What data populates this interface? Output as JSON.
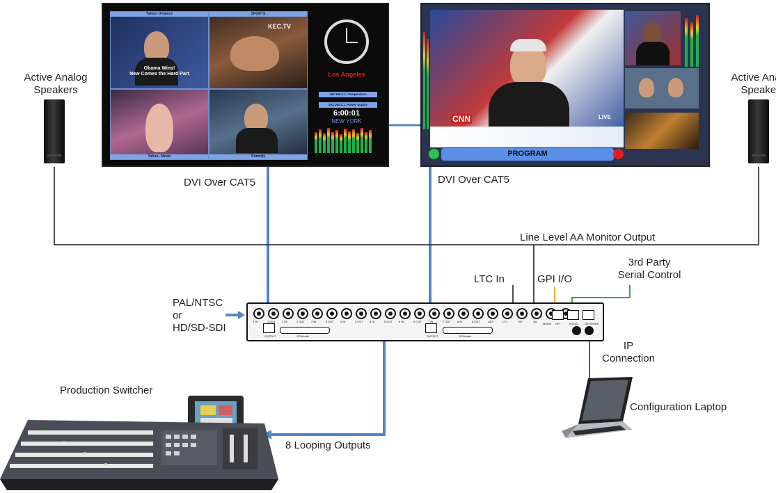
{
  "labels": {
    "speaker_left": [
      "Active Analog",
      "Speakers"
    ],
    "speaker_right": [
      "Active Analog",
      "Speakers"
    ],
    "dvi_left": "DVI Over CAT5",
    "dvi_right": "DVI Over CAT5",
    "line_level": "Line Level AA Monitor Output",
    "third_party": [
      "3rd Party",
      "Serial Control"
    ],
    "ltc_in": "LTC In",
    "gpi_io": "GPI I/O",
    "inputs": [
      "PAL/NTSC",
      "or",
      "HD/SD-SDI"
    ],
    "ip_connection": [
      "IP",
      "Connection"
    ],
    "production_switcher": "Production Switcher",
    "config_laptop": "Configuration Laptop",
    "looping_outputs": "8 Looping Outputs"
  },
  "monitor_left": {
    "tiles": [
      "Yahoo - Finance",
      "SPORTS",
      "Yahoo - Music",
      "Comedy"
    ],
    "tile_captions": [
      "Obama Wins!",
      "New Comes the Hard Part"
    ],
    "sports_logo": "KEC.TV",
    "clock_city": "Los Angeles",
    "temp_readout": "192.168.1.1: Temperature",
    "power_readout": "192.168.1.1: Power Supply",
    "time": "6:00:01",
    "time_city": "NEW YORK"
  },
  "monitor_right": {
    "program_label": "PROGRAM",
    "cnn_logo": "CNN",
    "live_badge": "LIVE"
  },
  "router": {
    "output_label": "OUTPUT",
    "gpi_audio": "GPI/Audio",
    "connector_labels": [
      "1 IN",
      "1 OUT",
      "2 IN",
      "2 OUT",
      "3 IN",
      "3 OUT",
      "4 IN",
      "4 OUT",
      "5 IN",
      "5 OUT",
      "6 IN",
      "6 OUT",
      "7 IN",
      "7 OUT",
      "8 IN",
      "8 OUT",
      "AES",
      "LTC",
      "SDI",
      "AA",
      "MODE",
      "GPI",
      "RS232",
      "NETWORK"
    ]
  },
  "colors": {
    "dvi_cable": "#4f86c6",
    "audio_cable": "#231f20",
    "gpi_cable": "#f2b01e",
    "serial_cable": "#3aa648",
    "ip_cable": "#e02020"
  }
}
